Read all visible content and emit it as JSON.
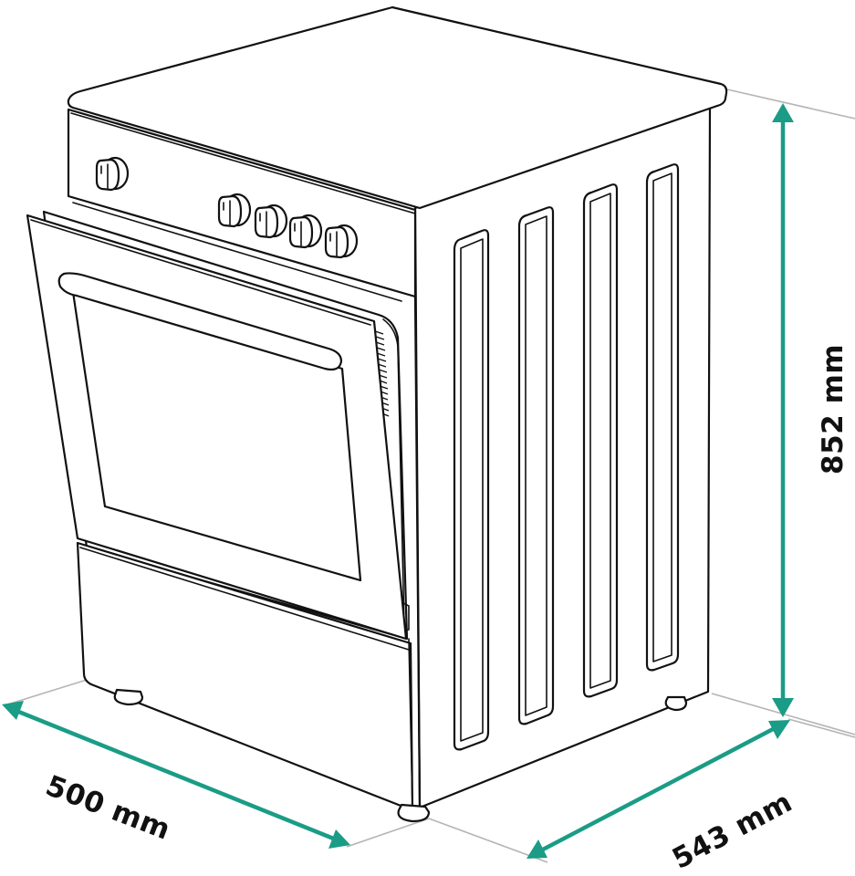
{
  "diagram": {
    "subject": "Freestanding electric cooker (oven with control panel, 5 knobs, drawer)",
    "line_color": "#111111",
    "guide_color": "#b5b5b5",
    "dimension_color": "#1a9c86",
    "background": "#ffffff"
  },
  "dimensions": {
    "height": {
      "label": "852 mm",
      "value": 852,
      "unit": "mm",
      "orientation": "vertical"
    },
    "width": {
      "label": "500 mm",
      "value": 500,
      "unit": "mm",
      "orientation": "front-diagonal"
    },
    "depth": {
      "label": "543 mm",
      "value": 543,
      "unit": "mm",
      "orientation": "side-diagonal"
    }
  },
  "parts": {
    "knobs_count": 5,
    "side_panel_recesses": 4,
    "feet_visible": 3
  }
}
